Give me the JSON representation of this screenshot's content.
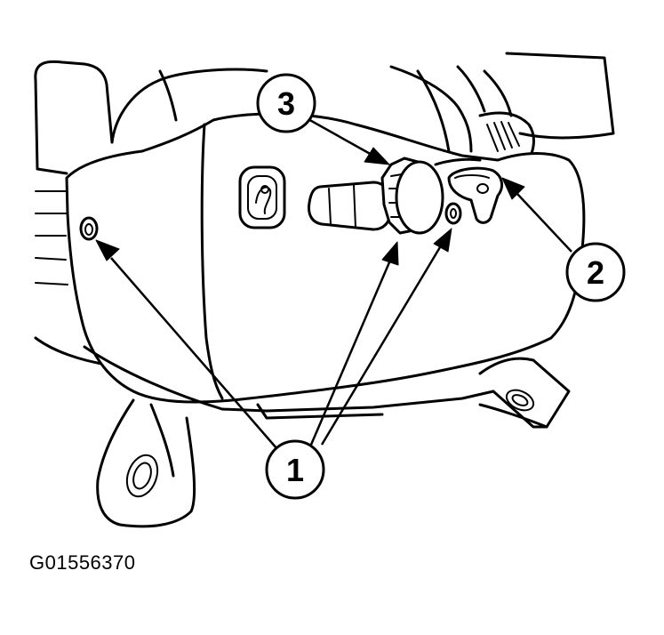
{
  "figure": {
    "code": "G01556370"
  },
  "callouts": [
    {
      "id": "callout-1",
      "label": "1"
    },
    {
      "id": "callout-2",
      "label": "2"
    },
    {
      "id": "callout-3",
      "label": "3"
    }
  ],
  "colors": {
    "ink": "#000000",
    "paper": "#ffffff"
  }
}
